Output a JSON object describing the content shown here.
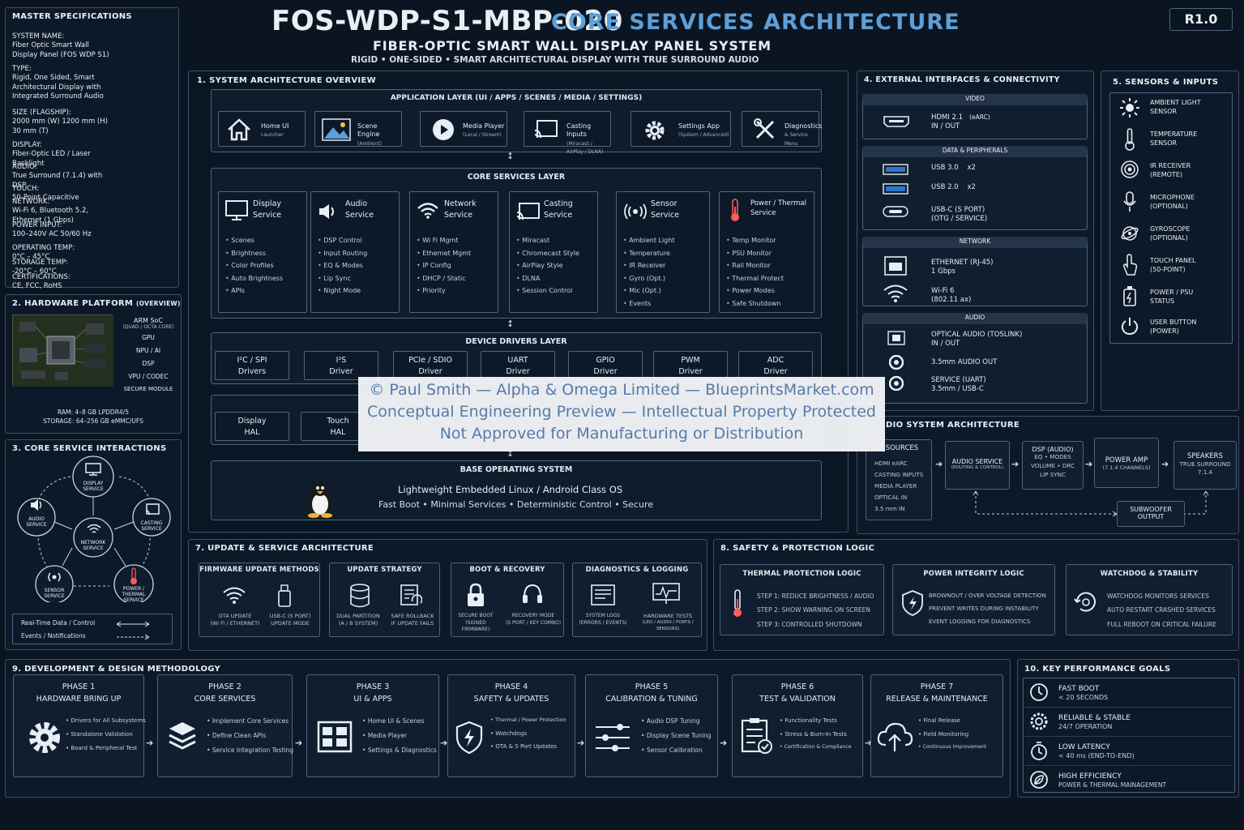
{
  "header": {
    "code": "FOS-WDP-S1-MBP-020",
    "subtitle_main": "CORE SERVICES ARCHITECTURE",
    "line2": "FIBER-OPTIC SMART WALL DISPLAY PANEL SYSTEM",
    "line3": "RIGID • ONE-SIDED • SMART ARCHITECTURAL DISPLAY WITH TRUE SURROUND AUDIO",
    "revision": "R1.0"
  },
  "master": {
    "title": "MASTER SPECIFICATIONS",
    "rows": [
      {
        "k": "SYSTEM NAME:",
        "v": "Fiber Optic Smart Wall Display Panel (FOS WDP S1)"
      },
      {
        "k": "TYPE:",
        "v": "Rigid, One Sided, Smart Architectural Display with Integrated Surround Audio"
      },
      {
        "k": "SIZE (FLAGSHIP):",
        "v": "2000 mm (W) 1200 mm (H) 30 mm (T)"
      },
      {
        "k": "DISPLAY:",
        "v": "Fiber-Optic LED / Laser Backlight"
      },
      {
        "k": "AUDIO:",
        "v": "True Surround (7.1.4) with DSP"
      },
      {
        "k": "TOUCH:",
        "v": "50-Point Capacitive"
      },
      {
        "k": "NETWORK:",
        "v": "Wi-Fi 6, Bluetooth 5.2, Ethernet (1 Gbps)"
      },
      {
        "k": "POWER INPUT:",
        "v": "100–240V AC 50/60 Hz"
      },
      {
        "k": "OPERATING TEMP:",
        "v": "0°C – 45°C"
      },
      {
        "k": "STORAGE TEMP:",
        "v": "-20°C – 60°C"
      },
      {
        "k": "CERTIFICATIONS:",
        "v": "CE, FCC, RoHS"
      }
    ]
  },
  "hw": {
    "title": "2. HARDWARE PLATFORM",
    "title_small": "(OVERVIEW)",
    "labels": [
      "ARM SoC",
      "(QUAD / OCTA CORE)",
      "GPU",
      "NPU / AI",
      "DSP",
      "VPU / CODEC",
      "SECURE MODULE"
    ],
    "ram": "RAM: 4–8 GB LPDDR4/5",
    "storage": "STORAGE: 64–256 GB eMMC/UFS"
  },
  "interactions": {
    "title": "3. CORE SERVICE INTERACTIONS",
    "nodes": [
      "DISPLAY SERVICE",
      "CASTING SERVICE",
      "NETWORK SERVICE",
      "POWER / THERMAL SERVICE",
      "SENSOR SERVICE",
      "AUDIO SERVICE"
    ],
    "legend1": "Real-Time Data / Control",
    "legend2": "Events / Notifications"
  },
  "arch": {
    "title": "1. SYSTEM ARCHITECTURE OVERVIEW",
    "app_layer": "APPLICATION LAYER (UI / APPS / SCENES / MEDIA / SETTINGS)",
    "apps": [
      {
        "n": "Home UI",
        "s": "Launcher"
      },
      {
        "n": "Scene Engine",
        "s": "(Ambient)"
      },
      {
        "n": "Media Player",
        "s": "(Local / Stream)"
      },
      {
        "n": "Casting Inputs",
        "s": "(Miracast / AirPlay / DLNA)"
      },
      {
        "n": "Settings App",
        "s": "(System / Advanced)"
      },
      {
        "n": "Diagnostics",
        "s": "& Service Menu"
      }
    ],
    "core_layer": "CORE SERVICES LAYER",
    "services": [
      {
        "n1": "Display",
        "n2": "Service",
        "items": [
          "Scenes",
          "Brightness",
          "Color Profiles",
          "Auto Brightness",
          "APIs"
        ]
      },
      {
        "n1": "Audio",
        "n2": "Service",
        "items": [
          "DSP Control",
          "Input Routing",
          "EQ & Modes",
          "Lip Sync",
          "Night Mode"
        ]
      },
      {
        "n1": "Network",
        "n2": "Service",
        "items": [
          "Wi Fi Mgmt",
          "Ethernet Mgmt",
          "IP Config",
          "DHCP / Static",
          "Priority"
        ]
      },
      {
        "n1": "Casting",
        "n2": "Service",
        "items": [
          "Miracast",
          "Chromecast Style",
          "AirPlay Style",
          "DLNA",
          "Session Control"
        ]
      },
      {
        "n1": "Sensor",
        "n2": "Service",
        "items": [
          "Ambient Light",
          "Temperature",
          "IR Receiver",
          "Gyro (Opt.)",
          "Mic (Opt.)",
          "Events"
        ]
      },
      {
        "n1": "Power / Thermal",
        "n2": "Service",
        "items": [
          "Temp Monitor",
          "PSU Monitor",
          "Rail Monitor",
          "Thermal Protect",
          "Power Modes",
          "Safe Shutdown"
        ]
      }
    ],
    "drivers_layer": "DEVICE DRIVERS LAYER",
    "drivers": [
      {
        "a": "I²C / SPI",
        "b": "Drivers"
      },
      {
        "a": "I²S",
        "b": "Driver"
      },
      {
        "a": "PCIe / SDIO",
        "b": "Driver"
      },
      {
        "a": "UART",
        "b": "Driver"
      },
      {
        "a": "GPIO",
        "b": "Driver"
      },
      {
        "a": "PWM",
        "b": "Driver"
      },
      {
        "a": "ADC",
        "b": "Driver"
      }
    ],
    "hal": [
      {
        "a": "Display",
        "b": "HAL"
      },
      {
        "a": "Touch",
        "b": "HAL"
      }
    ],
    "os_layer": "BASE OPERATING SYSTEM",
    "os_line1": "Lightweight Embedded Linux / Android Class OS",
    "os_line2": "Fast Boot • Minimal Services • Deterministic Control • Secure"
  },
  "ext": {
    "title": "4. EXTERNAL INTERFACES & CONNECTIVITY",
    "video_h": "VIDEO",
    "hdmi": "HDMI 2.1",
    "hdmi2": "(eARC)",
    "hdmi3": "IN / OUT",
    "data_h": "DATA & PERIPHERALS",
    "usb3": "USB 3.0",
    "usb3c": "x2",
    "usb2": "USB 2.0",
    "usb2c": "x2",
    "usbc": "USB-C (S PORT)",
    "usbc2": "(OTG / SERVICE)",
    "net_h": "NETWORK",
    "eth": "ETHERNET (RJ-45)",
    "eth2": "1 Gbps",
    "wifi": "Wi-Fi 6",
    "wifi2": "(802.11 ax)",
    "audio_h": "AUDIO",
    "opt": "OPTICAL AUDIO (TOSLINK)",
    "opt2": "IN / OUT",
    "jack": "3.5mm AUDIO OUT",
    "svc": "SERVICE (UART)",
    "svc2": "3.5mm / USB-C"
  },
  "sensors": {
    "title": "5. SENSORS & INPUTS",
    "items": [
      {
        "a": "AMBIENT LIGHT",
        "b": "SENSOR"
      },
      {
        "a": "TEMPERATURE",
        "b": "SENSOR"
      },
      {
        "a": "IR RECEIVER",
        "b": "(REMOTE)"
      },
      {
        "a": "MICROPHONE",
        "b": "(OPTIONAL)"
      },
      {
        "a": "GYROSCOPE",
        "b": "(OPTIONAL)"
      },
      {
        "a": "TOUCH PANEL",
        "b": "(50-POINT)"
      },
      {
        "a": "POWER / PSU",
        "b": "STATUS"
      },
      {
        "a": "USER BUTTON",
        "b": "(POWER)"
      }
    ]
  },
  "audio_arch": {
    "title": "DIO SYSTEM ARCHITECTURE",
    "sources_h": "T SOURCES",
    "sources": [
      "HDMI eARC",
      "CASTING INPUTS",
      "MEDIA PLAYER",
      "OPTICAL IN",
      "3.5 mm IN"
    ],
    "svc": "AUDIO SERVICE",
    "svc_s": "(ROUTING & CONTROL)",
    "dsp": "DSP (AUDIO)",
    "dsp_s1": "EQ • MODES",
    "dsp_s2": "VOLUME • DRC",
    "dsp_s3": "LIP SYNC",
    "amp": "POWER AMP",
    "amp_s": "(7.1.4 CHANNELS)",
    "spk": "SPEAKERS",
    "spk_s1": "TRUE SURROUND",
    "spk_s2": "7.1.4",
    "sub1": "SUBWOOFER",
    "sub2": "OUTPUT"
  },
  "update": {
    "title": "7. UPDATE & SERVICE ARCHITECTURE",
    "groups": [
      {
        "h": "FIRMWARE UPDATE METHODS",
        "items": [
          {
            "a": "OTA UPDATE",
            "b": "(Wi Fi / ETHERNET)"
          },
          {
            "a": "USB-C (S PORT)",
            "b": "UPDATE MODE"
          }
        ]
      },
      {
        "h": "UPDATE STRATEGY",
        "items": [
          {
            "a": "DUAL PARTITION",
            "b": "(A / B SYSTEM)"
          },
          {
            "a": "SAFE ROLLBACK",
            "b": "IF UPDATE FAILS"
          }
        ]
      },
      {
        "h": "BOOT & RECOVERY",
        "items": [
          {
            "a": "SECURE BOOT",
            "b": "(SIGNED FIRMWARE)"
          },
          {
            "a": "RECOVERY MODE",
            "b": "(S PORT / KEY COMBO)"
          }
        ]
      },
      {
        "h": "DIAGNOSTICS & LOGGING",
        "items": [
          {
            "a": "SYSTEM LOGS",
            "b": "(ERRORS / EVENTS)"
          },
          {
            "a": "HARDWARE TESTS",
            "b": "(LED / AUDIO / PORTS / SENSORS)"
          }
        ]
      }
    ]
  },
  "safety": {
    "title": "8. SAFETY & PROTECTION LOGIC",
    "thermal_h": "THERMAL PROTECTION LOGIC",
    "thermal": [
      "STEP 1: REDUCE BRIGHTNESS / AUDIO",
      "STEP 2: SHOW WARNING ON SCREEN",
      "STEP 3: CONTROLLED SHUTDOWN"
    ],
    "power_h": "POWER INTEGRITY LOGIC",
    "power": [
      "BROWNOUT / OVER VOLTAGE DETECTION",
      "PREVENT WRITES DURING INSTABILITY",
      "EVENT LOGGING FOR DIAGNOSTICS"
    ],
    "wd_h": "WATCHDOG & STABILITY",
    "wd": [
      "WATCHDOG MONITORS SERVICES",
      "AUTO RESTART CRASHED SERVICES",
      "FULL REBOOT ON CRITICAL FAILURE"
    ]
  },
  "dev": {
    "title": "9. DEVELOPMENT & DESIGN METHODOLOGY",
    "phases": [
      {
        "p": "PHASE 1",
        "n": "HARDWARE BRING UP",
        "items": [
          "Drivers for All Subsystems",
          "Standalone Validation",
          "Board & Peripheral Test"
        ]
      },
      {
        "p": "PHASE 2",
        "n": "CORE SERVICES",
        "items": [
          "Implement Core Services",
          "Define Clean APIs",
          "Service Integration Testing"
        ]
      },
      {
        "p": "PHASE 3",
        "n": "UI & APPS",
        "items": [
          "Home UI & Scenes",
          "Media Player",
          "Settings & Diagnostics"
        ]
      },
      {
        "p": "PHASE 4",
        "n": "SAFETY & UPDATES",
        "items": [
          "Thermal / Power Protection",
          "Watchdogs",
          "OTA & S Port Updates"
        ]
      },
      {
        "p": "PHASE 5",
        "n": "CALIBRATION & TUNING",
        "items": [
          "Audio DSP Tuning",
          "Display Scene Tuning",
          "Sensor Calibration"
        ]
      },
      {
        "p": "PHASE 6",
        "n": "TEST & VALIDATION",
        "items": [
          "Functionality Tests",
          "Stress & Burn-In Tests",
          "Certification & Compliance"
        ]
      },
      {
        "p": "PHASE 7",
        "n": "RELEASE & MAINTENANCE",
        "items": [
          "Final Release",
          "Field Monitoring",
          "Continuous Improvement"
        ]
      }
    ]
  },
  "kpg": {
    "title": "10. KEY PERFORMANCE GOALS",
    "items": [
      {
        "a": "FAST BOOT",
        "b": "< 20 SECONDS"
      },
      {
        "a": "RELIABLE & STABLE",
        "b": "24/7 OPERATION"
      },
      {
        "a": "LOW LATENCY",
        "b": "< 40 ms (END-TO-END)"
      },
      {
        "a": "HIGH EFFICIENCY",
        "b": "POWER & THERMAL MAINAGEMENT"
      }
    ]
  },
  "watermark": {
    "l1": "© Paul Smith — Alpha & Omega Limited — BlueprintsMarket.com",
    "l2": "Conceptual Engineering Preview — Intellectual Property Protected",
    "l3": "Not Approved for Manufacturing or Distribution"
  }
}
